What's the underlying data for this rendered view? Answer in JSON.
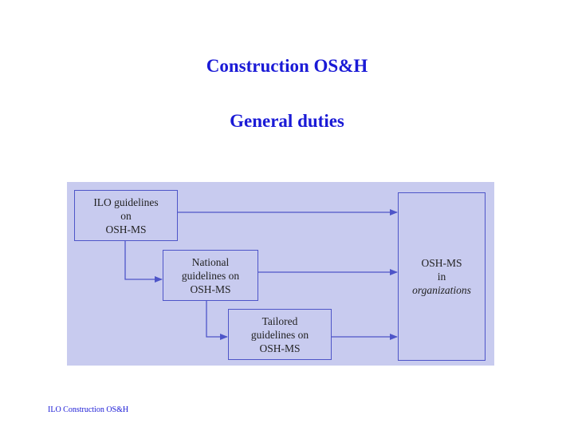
{
  "slide": {
    "title": "Construction OS&H",
    "subtitle": "General duties",
    "footer": "ILO Construction OS&H"
  },
  "diagram": {
    "boxes": {
      "ilo": [
        "ILO guidelines",
        "on",
        "OSH-MS"
      ],
      "national": [
        "National",
        "guidelines on",
        "OSH-MS"
      ],
      "tailored": [
        "Tailored",
        "guidelines on",
        "OSH-MS"
      ],
      "organizations": [
        "OSH-MS",
        "in",
        "organizations"
      ]
    },
    "edges": [
      {
        "from": "ilo",
        "to": "organizations"
      },
      {
        "from": "ilo",
        "to": "national"
      },
      {
        "from": "national",
        "to": "organizations"
      },
      {
        "from": "national",
        "to": "tailored"
      },
      {
        "from": "tailored",
        "to": "organizations"
      }
    ]
  },
  "colors": {
    "title": "#1a1ad6",
    "panel": "#c8cbef",
    "stroke": "#4e55c8"
  }
}
